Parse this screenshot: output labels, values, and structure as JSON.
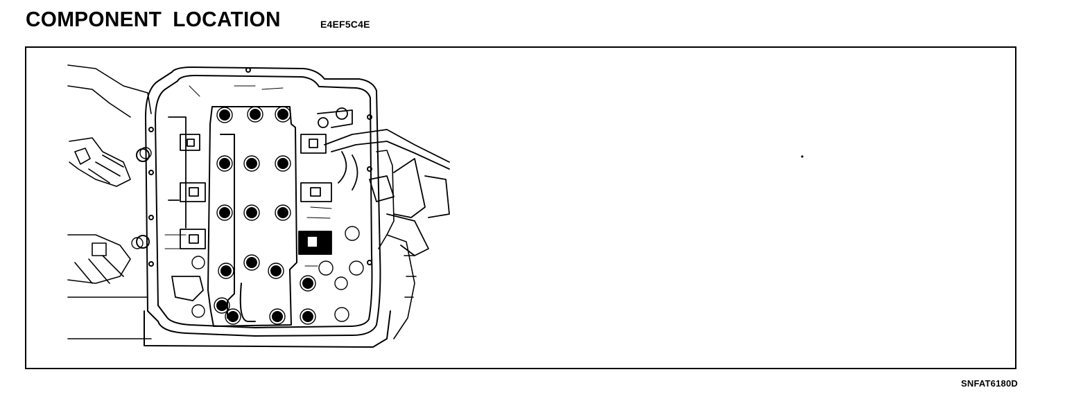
{
  "header": {
    "title": "COMPONENT LOCATION",
    "code": "E4EF5C4E"
  },
  "figure": {
    "id": "SNFAT6180D",
    "illustration": "valve-body-line-drawing"
  }
}
